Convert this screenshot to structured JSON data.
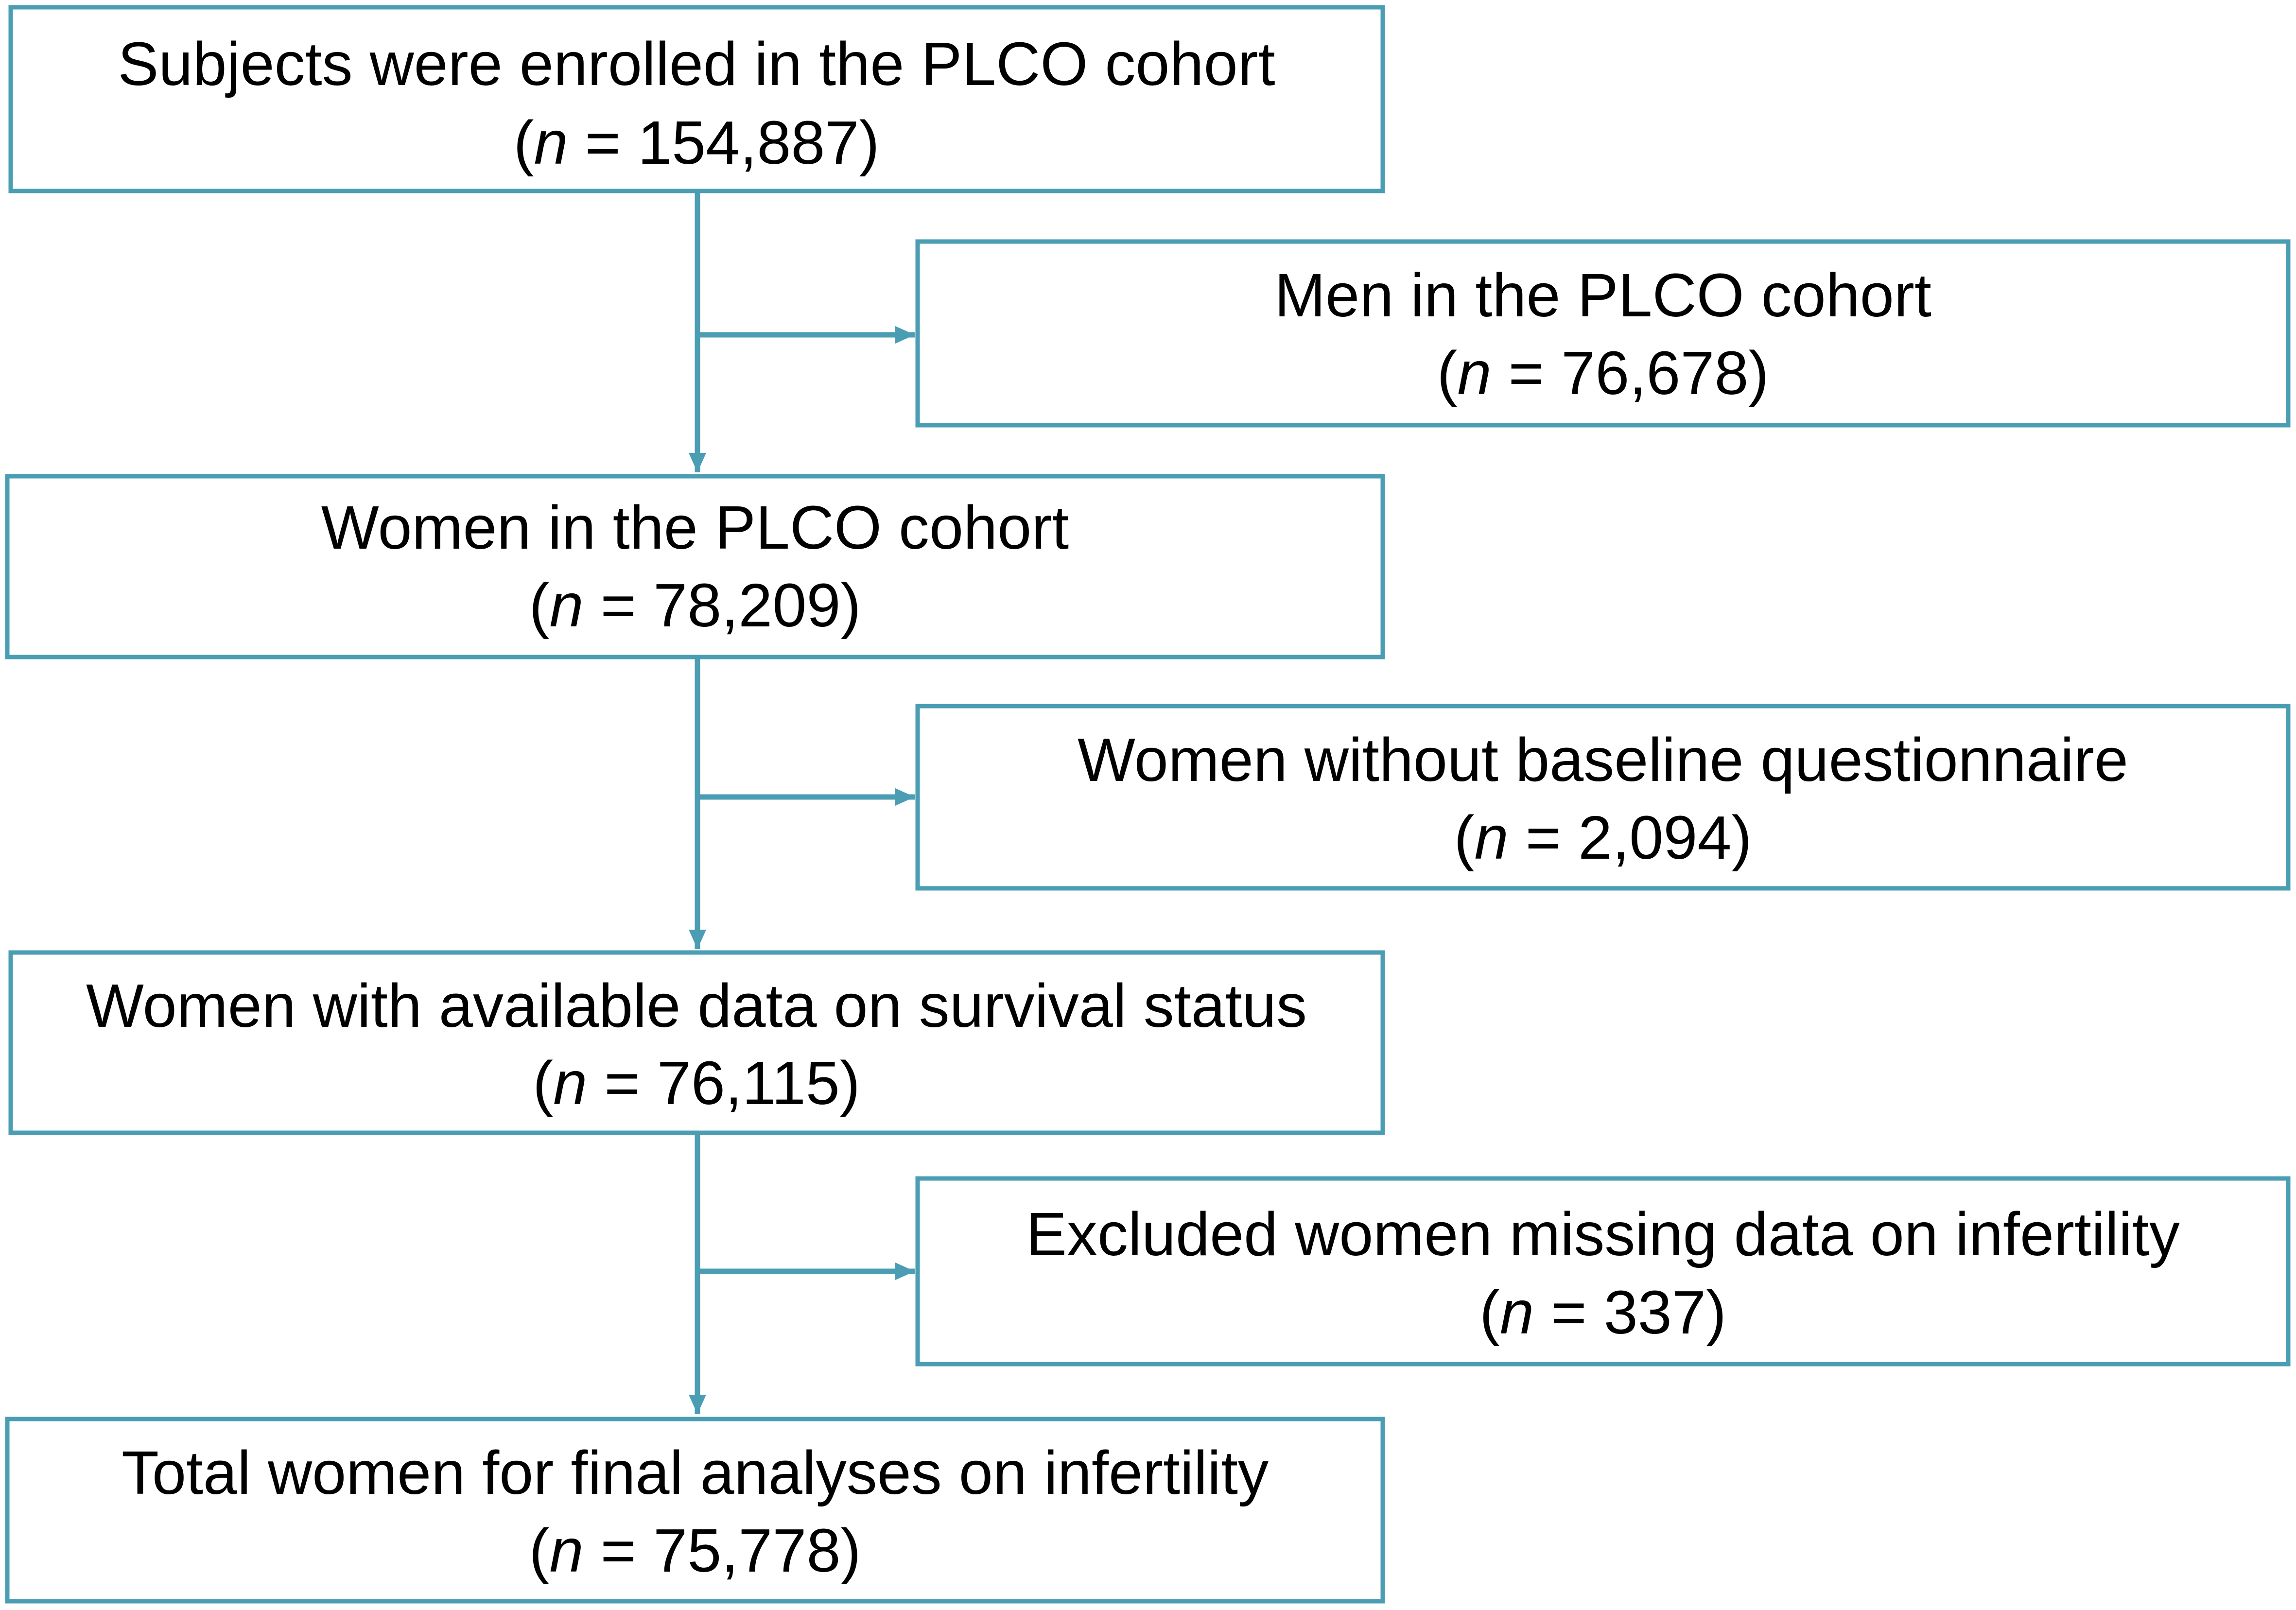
{
  "colors": {
    "border": "#4a9db3",
    "connector": "#4a9db3",
    "text": "#000000"
  },
  "steps": [
    {
      "id": "enrolled",
      "title": "Subjects were enrolled in the PLCO cohort",
      "n_prefix": "(",
      "n_symbol": "n",
      "n_value": " = 154,887)"
    },
    {
      "id": "women",
      "title": "Women in the PLCO cohort",
      "n_prefix": "(",
      "n_symbol": "n",
      "n_value": " = 78,209)"
    },
    {
      "id": "survival",
      "title": "Women with available data on survival status",
      "n_prefix": "(",
      "n_symbol": "n",
      "n_value": " = 76,115)"
    },
    {
      "id": "final",
      "title": "Total women for final analyses on infertility",
      "n_prefix": "(",
      "n_symbol": "n",
      "n_value": " = 75,778)"
    }
  ],
  "exclusions": [
    {
      "id": "men",
      "title": "Men in the PLCO cohort",
      "n_prefix": "(",
      "n_symbol": "n",
      "n_value": " = 76,678)"
    },
    {
      "id": "no-baseline",
      "title": "Women without baseline questionnaire",
      "n_prefix": "(",
      "n_symbol": "n",
      "n_value": " = 2,094)"
    },
    {
      "id": "missing-infertility",
      "title": "Excluded women missing data on infertility",
      "n_prefix": "(",
      "n_symbol": "n",
      "n_value": " = 337)"
    }
  ]
}
